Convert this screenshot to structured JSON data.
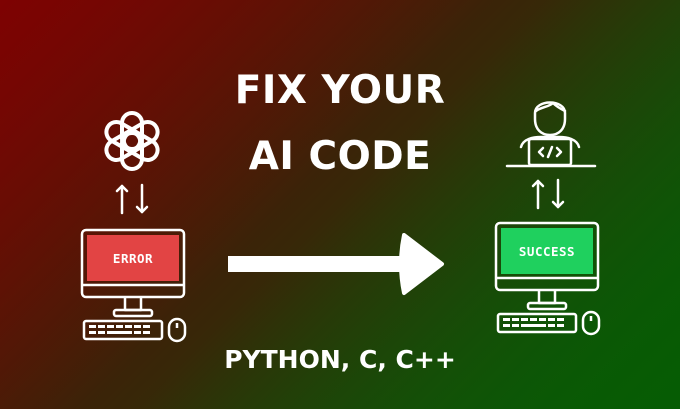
{
  "headline": {
    "line1": "FIX YOUR",
    "line2": "AI CODE"
  },
  "languages": "PYTHON, C, C++",
  "left_computer": {
    "screen_label": "ERROR",
    "screen_color": "#e24444",
    "icon": "ai-knot-logo-icon"
  },
  "right_computer": {
    "screen_label": "SUCCESS",
    "screen_color": "#1fd05e",
    "icon": "programmer-laptop-icon"
  },
  "colors": {
    "background_left": "#7e0202",
    "background_right": "#0c5a06",
    "foreground": "#ffffff"
  }
}
